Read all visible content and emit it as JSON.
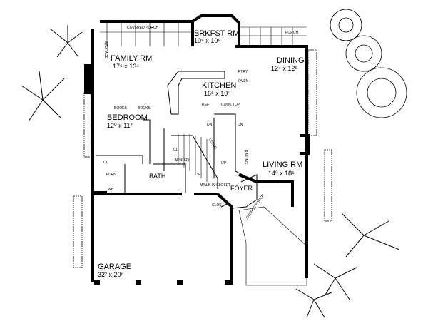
{
  "rooms": {
    "covered_porch_top": "COVERED PORCH",
    "storage": "STORAGE",
    "brkfst": {
      "name": "BRKFST RM",
      "dim": "10⁹ x 10⁹"
    },
    "porch": "PORCH",
    "family": {
      "name": "FAMILY RM",
      "dim": "17⁶ x 13⁴"
    },
    "dining": {
      "name": "DINING",
      "dim": "12⁴ x 12⁵"
    },
    "kitchen": {
      "name": "KITCHEN",
      "dim": "16⁵ x 10⁰"
    },
    "bedroom": {
      "name": "BEDROOM",
      "dim": "12⁰ x 11²"
    },
    "bath": "BATH",
    "laundry": "LAUNDRY",
    "closet": "CL",
    "closet2": "CL",
    "walkin": "WALK-IN CLOSET",
    "foyer": "FOYER",
    "living": {
      "name": "LIVING RM",
      "dim": "14⁰ x 18⁵"
    },
    "covered_porch_front": "COVERED PORCH",
    "garage": {
      "name": "GARAGE",
      "dim": "32² x 20⁶"
    }
  },
  "fixtures": {
    "dn1": "DN",
    "dn2": "DN",
    "up": "UP",
    "railing": "RAILING",
    "clos": "CLOS",
    "wh": "WH",
    "furn": "FURN",
    "sc": "SC",
    "ptry": "PTRY",
    "oven": "OVEN",
    "ref": "REF",
    "cook": "COOK TOP",
    "books1": "BOOKS",
    "books2": "BOOKS",
    "ledge": "LEDGE"
  }
}
